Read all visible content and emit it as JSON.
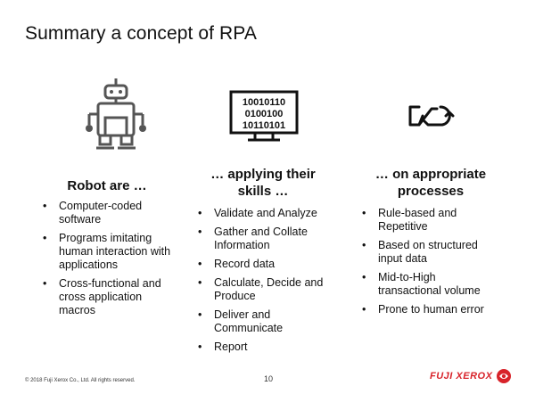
{
  "title": "Summary a concept of RPA",
  "columns": [
    {
      "icon": "robot-icon",
      "heading_lines": [
        "Robot are …"
      ],
      "items": [
        [
          "Computer-coded",
          "software"
        ],
        [
          "Programs imitating",
          "human interaction with",
          "applications"
        ],
        [
          "Cross-functional and",
          "cross application",
          "macros"
        ]
      ]
    },
    {
      "icon": "binary-monitor-icon",
      "monitor_lines": [
        "10010110",
        "0100100",
        "10110101"
      ],
      "heading_lines": [
        "… applying their",
        "skills …"
      ],
      "items": [
        [
          "Validate and Analyze"
        ],
        [
          "Gather and Collate",
          "Information"
        ],
        [
          "Record data"
        ],
        [
          "Calculate, Decide and",
          "Produce"
        ],
        [
          "Deliver and",
          "Communicate"
        ],
        [
          "Report"
        ]
      ]
    },
    {
      "icon": "shuffle-refresh-icon",
      "heading_lines": [
        "… on appropriate",
        "processes"
      ],
      "items": [
        [
          "Rule-based and",
          "Repetitive"
        ],
        [
          "Based on structured",
          "input data"
        ],
        [
          "Mid-to-High",
          "transactional volume"
        ],
        [
          "Prone to human error"
        ]
      ]
    }
  ],
  "bullet_char": "•",
  "footer": {
    "copyright": "© 2018 Fuji Xerox Co., Ltd. All rights reserved.",
    "page_number": "10",
    "logo_text": "FUJI XEROX"
  },
  "colors": {
    "brand_red": "#d8232a",
    "icon_gray": "#555555"
  }
}
